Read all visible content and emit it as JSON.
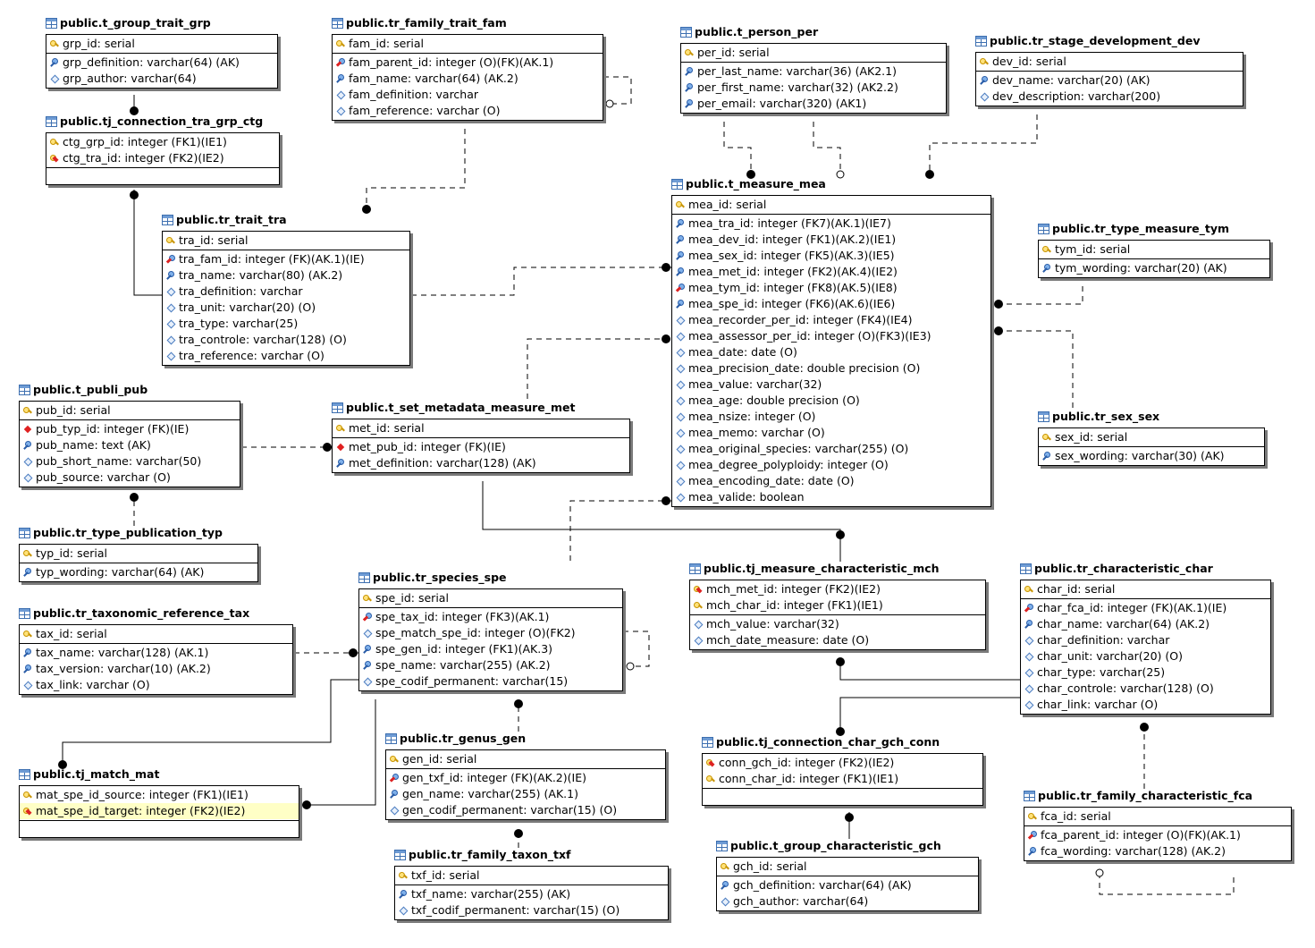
{
  "colors": {
    "line": "#000000",
    "box_border": "#000000",
    "shadow": "#7a7a7a",
    "highlight_row": "#ffffc6",
    "title_icon": "#3d6fb0"
  },
  "entities": [
    {
      "id": "grp",
      "title": "public.t_group_trait_grp",
      "pk": [
        {
          "icon": "key",
          "text": "grp_id: serial"
        }
      ],
      "attrs": [
        {
          "icon": "blue",
          "text": "grp_definition: varchar(64) (AK)"
        },
        {
          "icon": "diamond",
          "text": "grp_author: varchar(64)"
        }
      ]
    },
    {
      "id": "ctg",
      "title": "public.tj_connection_tra_grp_ctg",
      "pk": [
        {
          "icon": "key",
          "text": "ctg_grp_id: integer (FK1)(IE1)"
        },
        {
          "icon": "fkey",
          "text": "ctg_tra_id: integer (FK2)(IE2)"
        }
      ],
      "attrs": []
    },
    {
      "id": "tra",
      "title": "public.tr_trait_tra",
      "pk": [
        {
          "icon": "key",
          "text": "tra_id: serial"
        }
      ],
      "attrs": [
        {
          "icon": "redblue",
          "text": "tra_fam_id: integer (FK)(AK.1)(IE)"
        },
        {
          "icon": "blue",
          "text": "tra_name: varchar(80) (AK.2)"
        },
        {
          "icon": "diamond",
          "text": "tra_definition: varchar"
        },
        {
          "icon": "diamond",
          "text": "tra_unit: varchar(20) (O)"
        },
        {
          "icon": "diamond",
          "text": "tra_type: varchar(25)"
        },
        {
          "icon": "diamond",
          "text": "tra_controle: varchar(128) (O)"
        },
        {
          "icon": "diamond",
          "text": "tra_reference: varchar (O)"
        }
      ]
    },
    {
      "id": "fam",
      "title": "public.tr_family_trait_fam",
      "pk": [
        {
          "icon": "key",
          "text": "fam_id: serial"
        }
      ],
      "attrs": [
        {
          "icon": "redblue",
          "text": "fam_parent_id: integer (O)(FK)(AK.1)"
        },
        {
          "icon": "blue",
          "text": "fam_name: varchar(64) (AK.2)"
        },
        {
          "icon": "diamond",
          "text": "fam_definition: varchar"
        },
        {
          "icon": "diamond",
          "text": "fam_reference: varchar (O)"
        }
      ]
    },
    {
      "id": "per",
      "title": "public.t_person_per",
      "pk": [
        {
          "icon": "key",
          "text": "per_id: serial"
        }
      ],
      "attrs": [
        {
          "icon": "blue",
          "text": "per_last_name: varchar(36) (AK2.1)"
        },
        {
          "icon": "blue",
          "text": "per_first_name: varchar(32) (AK2.2)"
        },
        {
          "icon": "blue",
          "text": "per_email: varchar(320) (AK1)"
        }
      ]
    },
    {
      "id": "dev",
      "title": "public.tr_stage_development_dev",
      "pk": [
        {
          "icon": "key",
          "text": "dev_id: serial"
        }
      ],
      "attrs": [
        {
          "icon": "blue",
          "text": "dev_name: varchar(20) (AK)"
        },
        {
          "icon": "diamond",
          "text": "dev_description: varchar(200)"
        }
      ]
    },
    {
      "id": "mea",
      "title": "public.t_measure_mea",
      "pk": [
        {
          "icon": "key",
          "text": "mea_id: serial"
        }
      ],
      "attrs": [
        {
          "icon": "blue",
          "text": "mea_tra_id: integer (FK7)(AK.1)(IE7)"
        },
        {
          "icon": "blue",
          "text": "mea_dev_id: integer (FK1)(AK.2)(IE1)"
        },
        {
          "icon": "blue",
          "text": "mea_sex_id: integer (FK5)(AK.3)(IE5)"
        },
        {
          "icon": "blue",
          "text": "mea_met_id: integer (FK2)(AK.4)(IE2)"
        },
        {
          "icon": "redblue",
          "text": "mea_tym_id: integer (FK8)(AK.5)(IE8)"
        },
        {
          "icon": "blue",
          "text": "mea_spe_id: integer (FK6)(AK.6)(IE6)"
        },
        {
          "icon": "diamond",
          "text": "mea_recorder_per_id: integer (FK4)(IE4)"
        },
        {
          "icon": "diamond",
          "text": "mea_assessor_per_id: integer (O)(FK3)(IE3)"
        },
        {
          "icon": "diamond",
          "text": "mea_date: date (O)"
        },
        {
          "icon": "diamond",
          "text": "mea_precision_date: double precision (O)"
        },
        {
          "icon": "diamond",
          "text": "mea_value: varchar(32)"
        },
        {
          "icon": "diamond",
          "text": "mea_age: double precision (O)"
        },
        {
          "icon": "diamond",
          "text": "mea_nsize: integer (O)"
        },
        {
          "icon": "diamond",
          "text": "mea_memo: varchar (O)"
        },
        {
          "icon": "diamond",
          "text": "mea_original_species: varchar(255) (O)"
        },
        {
          "icon": "diamond",
          "text": "mea_degree_polyploidy: integer (O)"
        },
        {
          "icon": "diamond",
          "text": "mea_encoding_date: date (O)"
        },
        {
          "icon": "diamond",
          "text": "mea_valide: boolean"
        }
      ]
    },
    {
      "id": "tym",
      "title": "public.tr_type_measure_tym",
      "pk": [
        {
          "icon": "key",
          "text": "tym_id: serial"
        }
      ],
      "attrs": [
        {
          "icon": "blue",
          "text": "tym_wording: varchar(20) (AK)"
        }
      ]
    },
    {
      "id": "sex",
      "title": "public.tr_sex_sex",
      "pk": [
        {
          "icon": "key",
          "text": "sex_id: serial"
        }
      ],
      "attrs": [
        {
          "icon": "blue",
          "text": "sex_wording: varchar(30) (AK)"
        }
      ]
    },
    {
      "id": "pub",
      "title": "public.t_publi_pub",
      "pk": [
        {
          "icon": "key",
          "text": "pub_id: serial"
        }
      ],
      "attrs": [
        {
          "icon": "reddiamond",
          "text": "pub_typ_id: integer (FK)(IE)"
        },
        {
          "icon": "blue",
          "text": "pub_name: text (AK)"
        },
        {
          "icon": "diamond",
          "text": "pub_short_name: varchar(50)"
        },
        {
          "icon": "diamond",
          "text": "pub_source: varchar (O)"
        }
      ]
    },
    {
      "id": "met",
      "title": "public.t_set_metadata_measure_met",
      "pk": [
        {
          "icon": "key",
          "text": "met_id: serial"
        }
      ],
      "attrs": [
        {
          "icon": "reddiamond",
          "text": "met_pub_id: integer (FK)(IE)"
        },
        {
          "icon": "blue",
          "text": "met_definition: varchar(128) (AK)"
        }
      ]
    },
    {
      "id": "typ",
      "title": "public.tr_type_publication_typ",
      "pk": [
        {
          "icon": "key",
          "text": "typ_id: serial"
        }
      ],
      "attrs": [
        {
          "icon": "blue",
          "text": "typ_wording: varchar(64) (AK)"
        }
      ]
    },
    {
      "id": "tax",
      "title": "public.tr_taxonomic_reference_tax",
      "pk": [
        {
          "icon": "key",
          "text": "tax_id: serial"
        }
      ],
      "attrs": [
        {
          "icon": "blue",
          "text": "tax_name: varchar(128) (AK.1)"
        },
        {
          "icon": "blue",
          "text": "tax_version: varchar(10) (AK.2)"
        },
        {
          "icon": "diamond",
          "text": "tax_link: varchar (O)"
        }
      ]
    },
    {
      "id": "spe",
      "title": "public.tr_species_spe",
      "pk": [
        {
          "icon": "key",
          "text": "spe_id: serial"
        }
      ],
      "attrs": [
        {
          "icon": "redblue",
          "text": "spe_tax_id: integer (FK3)(AK.1)"
        },
        {
          "icon": "diamond",
          "text": "spe_match_spe_id: integer (O)(FK2)"
        },
        {
          "icon": "blue",
          "text": "spe_gen_id: integer (FK1)(AK.3)"
        },
        {
          "icon": "blue",
          "text": "spe_name: varchar(255) (AK.2)"
        },
        {
          "icon": "diamond",
          "text": "spe_codif_permanent: varchar(15)"
        }
      ]
    },
    {
      "id": "mch",
      "title": "public.tj_measure_characteristic_mch",
      "pk": [
        {
          "icon": "fkey",
          "text": "mch_met_id: integer (FK2)(IE2)"
        },
        {
          "icon": "key",
          "text": "mch_char_id: integer (FK1)(IE1)"
        }
      ],
      "attrs": [
        {
          "icon": "diamond",
          "text": "mch_value: varchar(32)"
        },
        {
          "icon": "diamond",
          "text": "mch_date_measure: date (O)"
        }
      ]
    },
    {
      "id": "char",
      "title": "public.tr_characteristic_char",
      "pk": [
        {
          "icon": "key",
          "text": "char_id: serial"
        }
      ],
      "attrs": [
        {
          "icon": "redblue",
          "text": "char_fca_id: integer (FK)(AK.1)(IE)"
        },
        {
          "icon": "blue",
          "text": "char_name: varchar(64) (AK.2)"
        },
        {
          "icon": "diamond",
          "text": "char_definition: varchar"
        },
        {
          "icon": "diamond",
          "text": "char_unit: varchar(20) (O)"
        },
        {
          "icon": "diamond",
          "text": "char_type: varchar(25)"
        },
        {
          "icon": "diamond",
          "text": "char_controle: varchar(128) (O)"
        },
        {
          "icon": "diamond",
          "text": "char_link: varchar (O)"
        }
      ]
    },
    {
      "id": "mat",
      "title": "public.tj_match_mat",
      "pk": [
        {
          "icon": "key",
          "text": "mat_spe_id_source: integer (FK1)(IE1)"
        },
        {
          "icon": "fkey",
          "text": "mat_spe_id_target: integer (FK2)(IE2)",
          "highlight": true
        }
      ],
      "attrs": []
    },
    {
      "id": "gen",
      "title": "public.tr_genus_gen",
      "pk": [
        {
          "icon": "key",
          "text": "gen_id: serial"
        }
      ],
      "attrs": [
        {
          "icon": "redblue",
          "text": "gen_txf_id: integer (FK)(AK.2)(IE)"
        },
        {
          "icon": "blue",
          "text": "gen_name: varchar(255) (AK.1)"
        },
        {
          "icon": "diamond",
          "text": "gen_codif_permanent: varchar(15) (O)"
        }
      ]
    },
    {
      "id": "conn",
      "title": "public.tj_connection_char_gch_conn",
      "pk": [
        {
          "icon": "fkey",
          "text": "conn_gch_id: integer (FK2)(IE2)"
        },
        {
          "icon": "key",
          "text": "conn_char_id: integer (FK1)(IE1)"
        }
      ],
      "attrs": []
    },
    {
      "id": "fca",
      "title": "public.tr_family_characteristic_fca",
      "pk": [
        {
          "icon": "key",
          "text": "fca_id: serial"
        }
      ],
      "attrs": [
        {
          "icon": "redblue",
          "text": "fca_parent_id: integer (O)(FK)(AK.1)"
        },
        {
          "icon": "blue",
          "text": "fca_wording: varchar(128) (AK.2)"
        }
      ]
    },
    {
      "id": "gch",
      "title": "public.t_group_characteristic_gch",
      "pk": [
        {
          "icon": "key",
          "text": "gch_id: serial"
        }
      ],
      "attrs": [
        {
          "icon": "blue",
          "text": "gch_definition: varchar(64) (AK)"
        },
        {
          "icon": "diamond",
          "text": "gch_author: varchar(64)"
        }
      ]
    },
    {
      "id": "txf",
      "title": "public.tr_family_taxon_txf",
      "pk": [
        {
          "icon": "key",
          "text": "txf_id: serial"
        }
      ],
      "attrs": [
        {
          "icon": "blue",
          "text": "txf_name: varchar(255) (AK)"
        },
        {
          "icon": "diamond",
          "text": "txf_codif_permanent: varchar(15) (O)"
        }
      ]
    }
  ]
}
